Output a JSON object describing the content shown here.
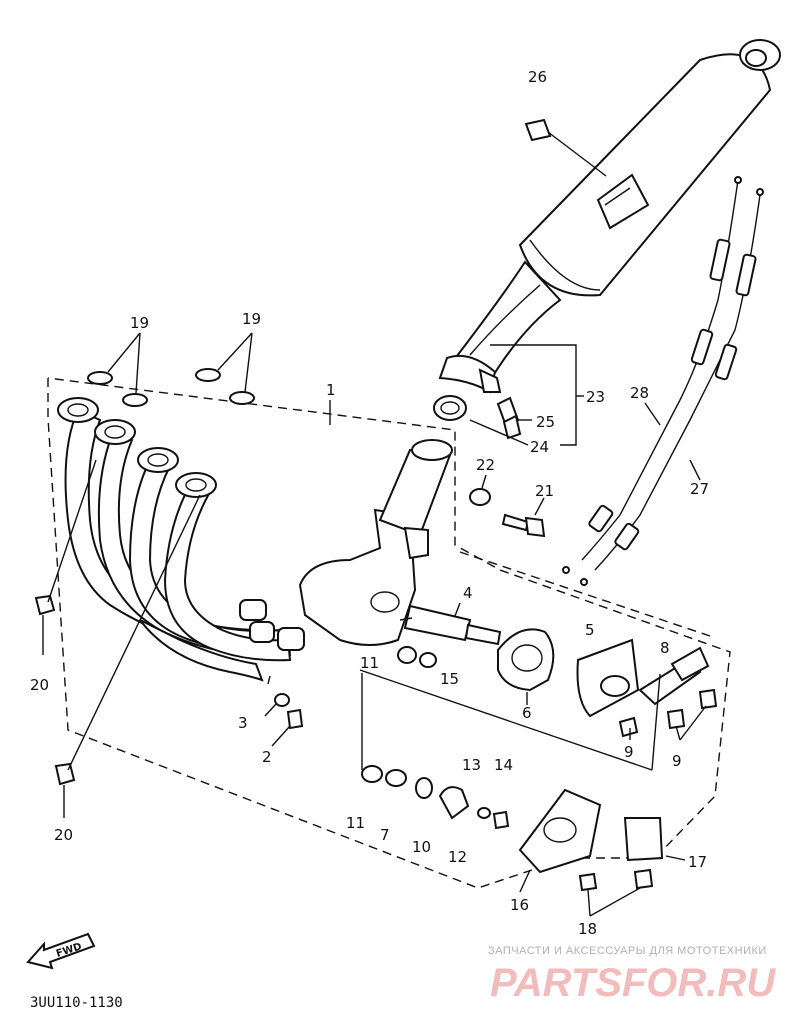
{
  "diagram": {
    "labels": {
      "p1": "1",
      "p2": "2",
      "p3": "3",
      "p4": "4",
      "p5": "5",
      "p6": "6",
      "p7": "7",
      "p8": "8",
      "p9a": "9",
      "p9b": "9",
      "p10": "10",
      "p11a": "11",
      "p11b": "11",
      "p12": "12",
      "p13": "13",
      "p14": "14",
      "p15": "15",
      "p16": "16",
      "p17": "17",
      "p18": "18",
      "p19a": "19",
      "p19b": "19",
      "p20a": "20",
      "p20b": "20",
      "p21": "21",
      "p22": "22",
      "p23": "23",
      "p24": "24",
      "p25": "25",
      "p26": "26",
      "p27": "27",
      "p28": "28"
    },
    "fwd": "FWD",
    "code": "3UU110-1130"
  },
  "watermark": {
    "tagline": "ЗАПЧАСТИ И АКСЕССУАРЫ ДЛЯ МОТОТЕХНИКИ",
    "brand": "PARTSFOR.RU",
    "color": "#e06060"
  }
}
